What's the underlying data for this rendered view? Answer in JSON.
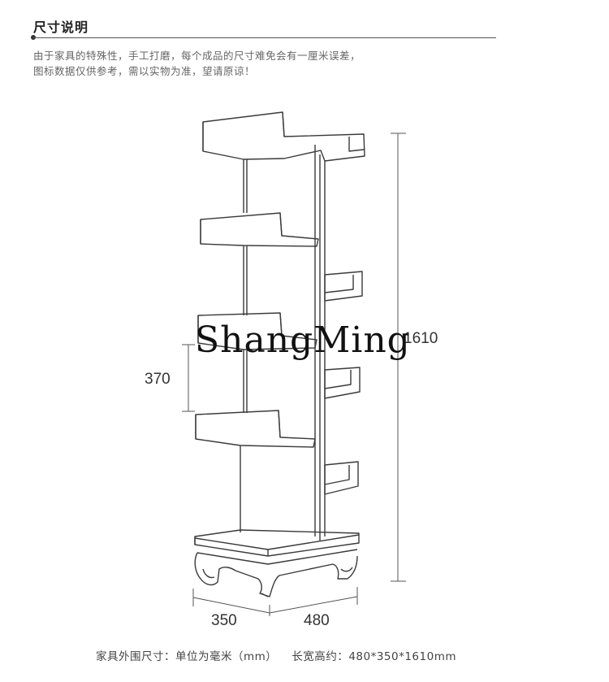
{
  "header": {
    "title": "尺寸说明"
  },
  "notes": {
    "line1": "由于家具的特殊性，手工打磨，每个成品的尺寸难免会有一厘米误差，",
    "line2": "图标数据仅供参考，需以实物为准，望请原谅！"
  },
  "dimensions": {
    "height_total": "1610",
    "shelf_spacing": "370",
    "depth": "350",
    "width": "480"
  },
  "watermark": "ShangMing",
  "footer": {
    "label": "家具外围尺寸：单位为毫米（mm）",
    "size_label": "长宽高约：",
    "size_value": "480*350*1610mm"
  }
}
